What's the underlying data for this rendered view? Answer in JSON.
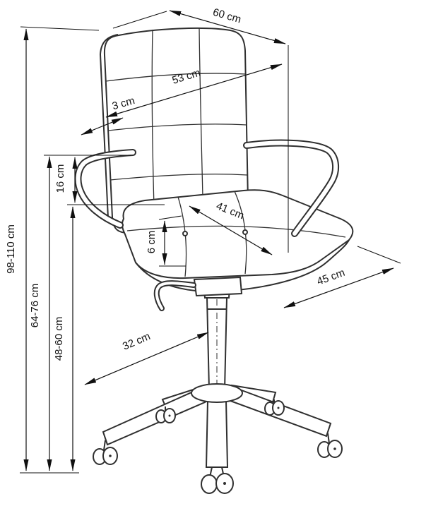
{
  "dimensions": {
    "depth_top": "60 cm",
    "backrest_width": "53 cm",
    "backrest_thickness": "3 cm",
    "armrest_above_seat": "16 cm",
    "seat_width": "41 cm",
    "seat_thickness": "6 cm",
    "seat_depth": "45 cm",
    "base_radius": "32 cm",
    "overall_height": "98-110 cm",
    "armrest_height": "64-76 cm",
    "seat_height": "48-60 cm"
  }
}
